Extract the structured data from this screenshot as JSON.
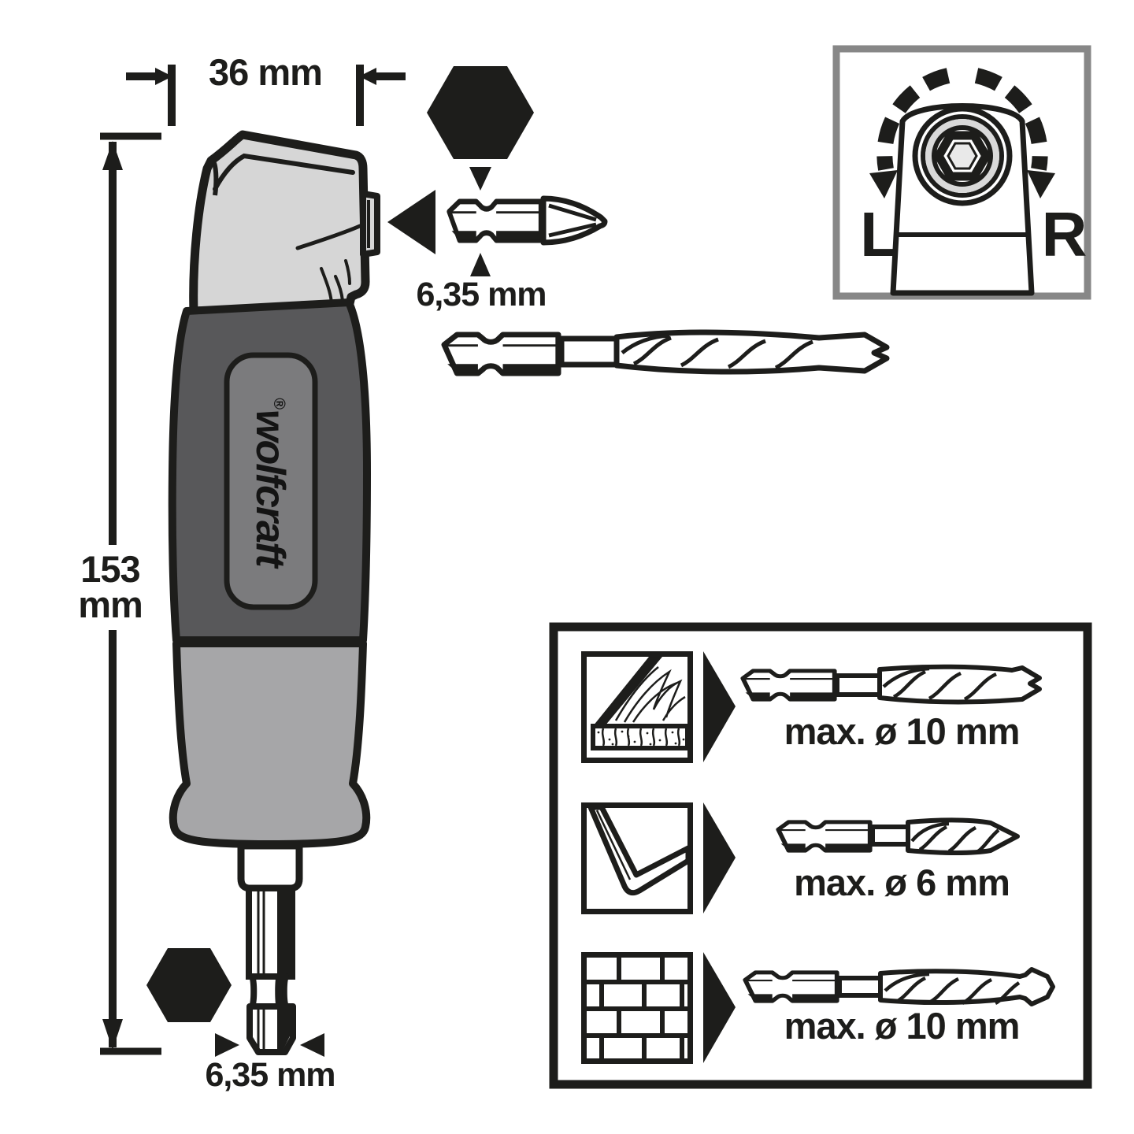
{
  "colors": {
    "ink": "#1d1d1b",
    "head_gray": "#d6d6d6",
    "handle_dark": "#58585a",
    "panel_gray": "#7b7b7d",
    "grip_gray": "#a6a6a8",
    "rotation_box_border": "#878787",
    "ring_light": "#d9d9d9"
  },
  "dimensions": {
    "width": "36 mm",
    "height_value": "153",
    "height_unit": "mm",
    "hex_top": "6,35 mm",
    "hex_bottom": "6,35 mm"
  },
  "brand": {
    "name": "wolfcraft",
    "registered": "®"
  },
  "rotation_box": {
    "left": "L",
    "right": "R"
  },
  "materials": {
    "rows": [
      {
        "material": "wood",
        "label": "max. ø 10 mm"
      },
      {
        "material": "sheet-metal",
        "label": "max. ø 6 mm"
      },
      {
        "material": "masonry",
        "label": "max. ø 10 mm"
      }
    ]
  }
}
